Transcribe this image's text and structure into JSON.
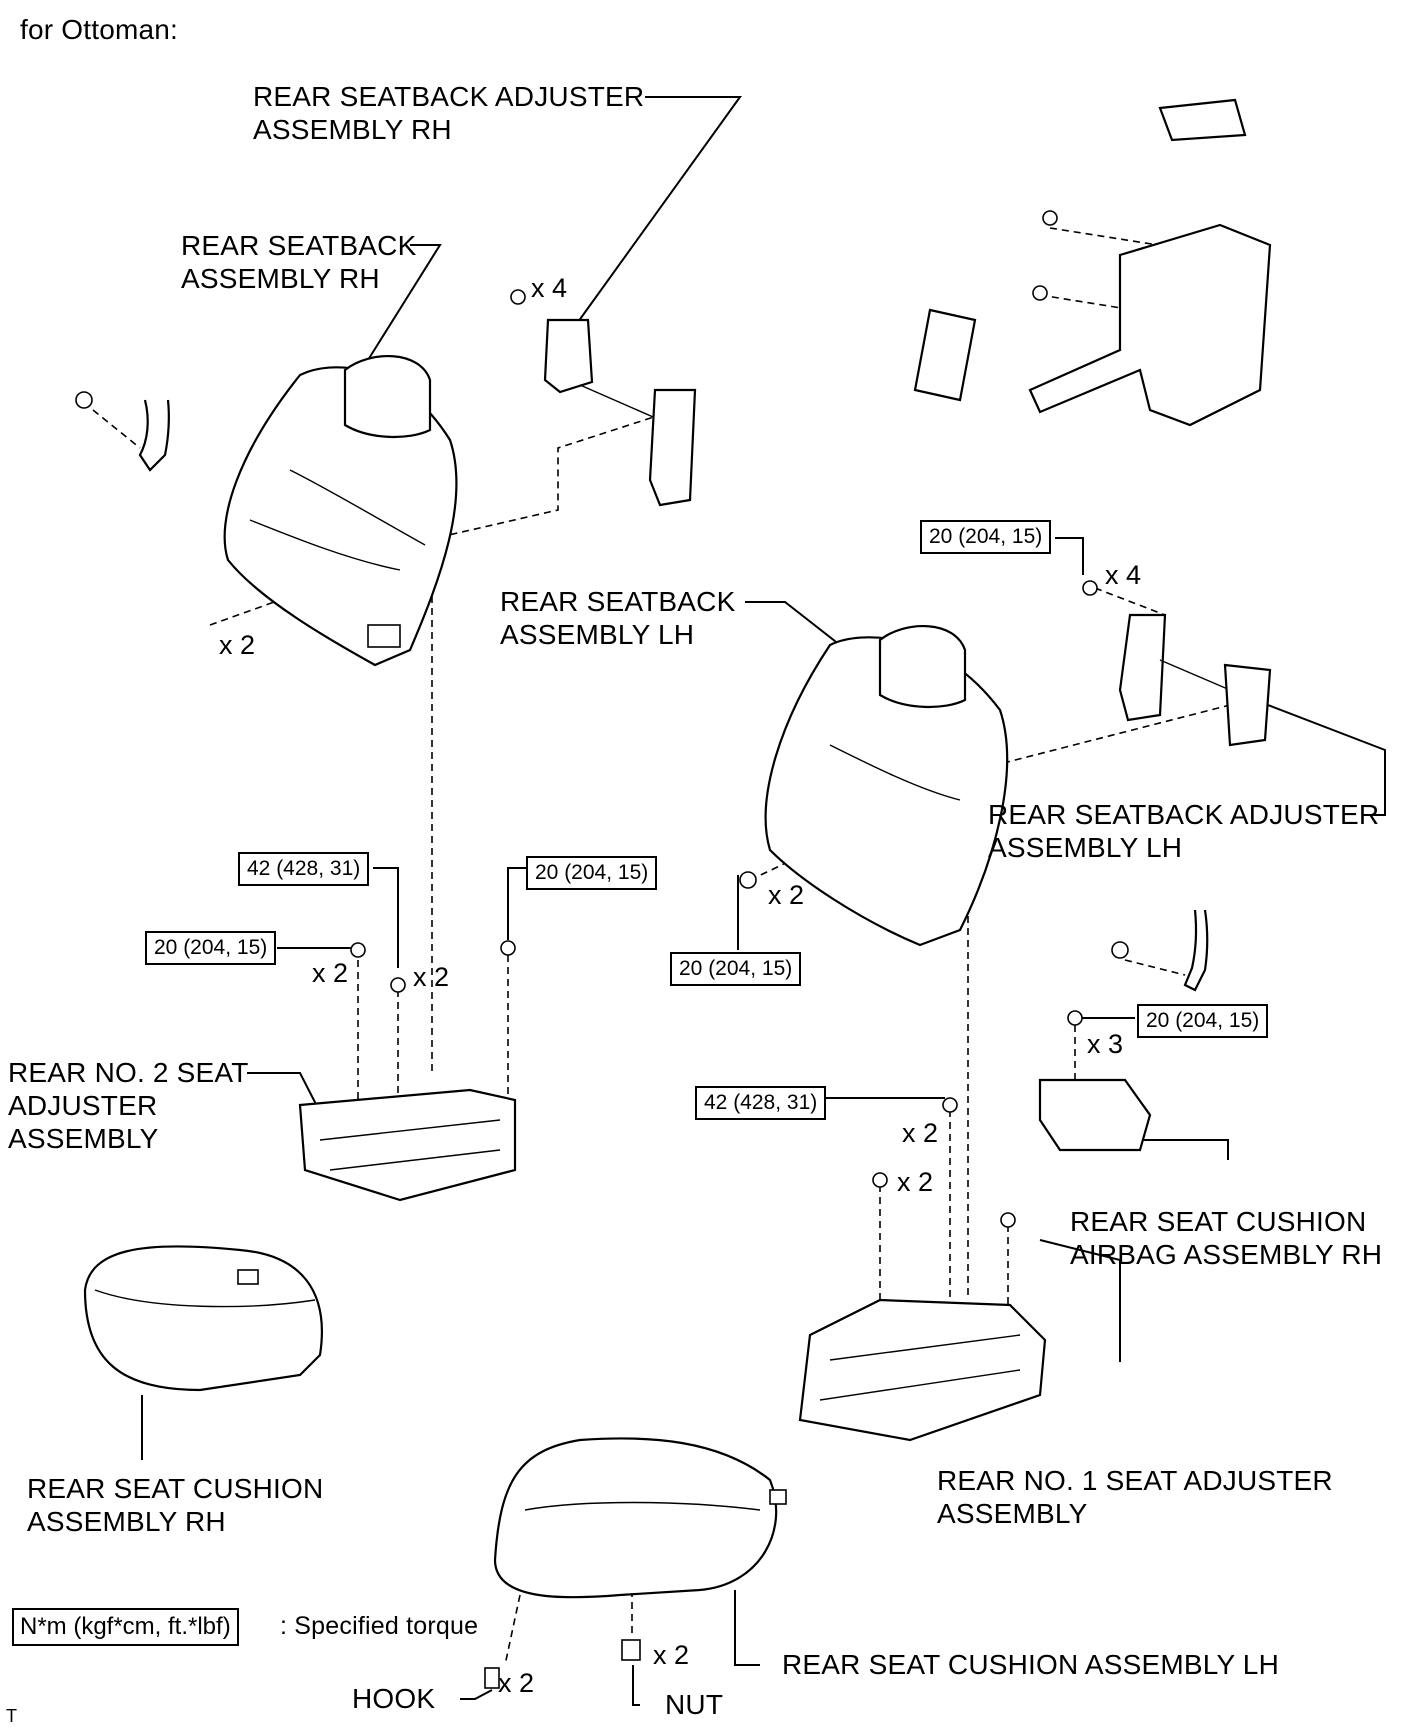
{
  "header": {
    "text": "for Ottoman:"
  },
  "labels": {
    "seatback_adjuster_rh": [
      "REAR SEATBACK ADJUSTER",
      "ASSEMBLY RH"
    ],
    "seatback_rh": [
      "REAR SEATBACK",
      "ASSEMBLY RH"
    ],
    "seatback_lh": [
      "REAR SEATBACK",
      "ASSEMBLY LH"
    ],
    "seatback_adjuster_lh": [
      "REAR SEATBACK ADJUSTER",
      "ASSEMBLY LH"
    ],
    "no2_seat_adjuster": [
      "REAR NO. 2 SEAT",
      "ADJUSTER",
      "ASSEMBLY"
    ],
    "cushion_airbag_rh": [
      "REAR SEAT CUSHION",
      "AIRBAG ASSEMBLY RH"
    ],
    "cushion_rh": [
      "REAR SEAT CUSHION",
      "ASSEMBLY RH"
    ],
    "no1_seat_adjuster": [
      "REAR NO. 1 SEAT ADJUSTER",
      "ASSEMBLY"
    ],
    "cushion_lh": "REAR SEAT CUSHION ASSEMBLY LH",
    "hook": "HOOK",
    "nut": "NUT"
  },
  "torques": {
    "t1": "20 (204, 15)",
    "t2": "42 (428, 31)",
    "t3": "20 (204, 15)",
    "t4": "20 (204, 15)",
    "t5": "20 (204, 15)",
    "t6": "20 (204, 15)",
    "t7": "42 (428, 31)"
  },
  "quantities": {
    "q1": "x 4",
    "q2": "x 2",
    "q3": "x 4",
    "q4": "x 2",
    "q5": "x 2",
    "q6": "x 2",
    "q7": "x 3",
    "q8": "x 2",
    "q9": "x 2",
    "q10": "x 2",
    "q11": "x 2"
  },
  "legend": {
    "unit": "N*m (kgf*cm, ft.*lbf)",
    "description": ": Specified torque"
  },
  "footer": {
    "mark": "T"
  }
}
